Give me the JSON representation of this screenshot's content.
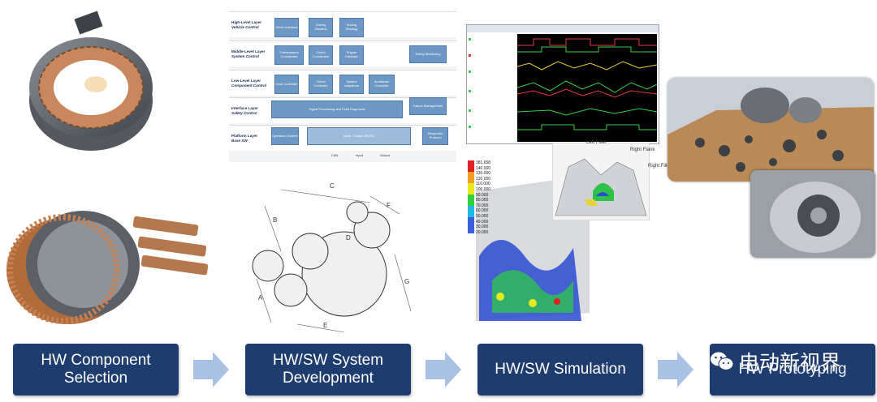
{
  "process": {
    "steps": [
      {
        "label": "HW Component\nSelection"
      },
      {
        "label": "HW/SW System\nDevelopment"
      },
      {
        "label": "HW/SW Simulation"
      },
      {
        "label": "HW Prototyping"
      }
    ],
    "colors": {
      "box": "#1f3c6e",
      "arrow": "#a9c1e2"
    }
  },
  "block_diagram": {
    "layers": [
      {
        "name": "High-Level Layer",
        "sub": "Vehicle Control"
      },
      {
        "name": "Middle-Level Layer",
        "sub": "System Control"
      },
      {
        "name": "Low-Level Layer",
        "sub": "Component Control"
      },
      {
        "name": "Interface Layer",
        "sub": "Safety Control"
      },
      {
        "name": "Platform Layer",
        "sub": "Base SW"
      }
    ],
    "blocks": {
      "driver_interface": "Driver Interface",
      "driving_situation": "Driving Situation",
      "driving_strategy": "Driving Strategy",
      "transmission_coordinator": "Transmission Coordinator",
      "clutch_coordinator": "Clutch Coordinator",
      "engine_interface": "Engine Interface",
      "safety_monitoring": "Safety Monitoring",
      "gear_controller": "Gear Controller",
      "clutch_controller": "Clutch Controller",
      "system_adaptions": "System Adaptions",
      "auxiliaries_controller": "Auxiliaries Controller",
      "signal_processing": "Signal Processing and Fault Diagnostic",
      "failure_management": "Failure Management",
      "operation_system": "Operation System",
      "input_output": "Input / Output (BIOS)",
      "diagnostic_protocol": "Diagnostic Protocol"
    },
    "bottom_labels": [
      "CAN",
      "Input",
      "Output"
    ]
  },
  "gear_diagram": {
    "dimensions": [
      "A",
      "B",
      "C",
      "D",
      "E",
      "F",
      "G"
    ]
  },
  "fea": {
    "legend": [
      "381.658",
      "140.000",
      "130.000",
      "120.000",
      "110.000",
      "100.000",
      "90.000",
      "80.000",
      "70.000",
      "60.000",
      "50.000",
      "40.000",
      "30.000",
      "20.000"
    ],
    "flank_labels": [
      "Left Fillet",
      "Right Flank",
      "Right Fillet"
    ]
  },
  "watermark": {
    "text": "电动新视界"
  }
}
